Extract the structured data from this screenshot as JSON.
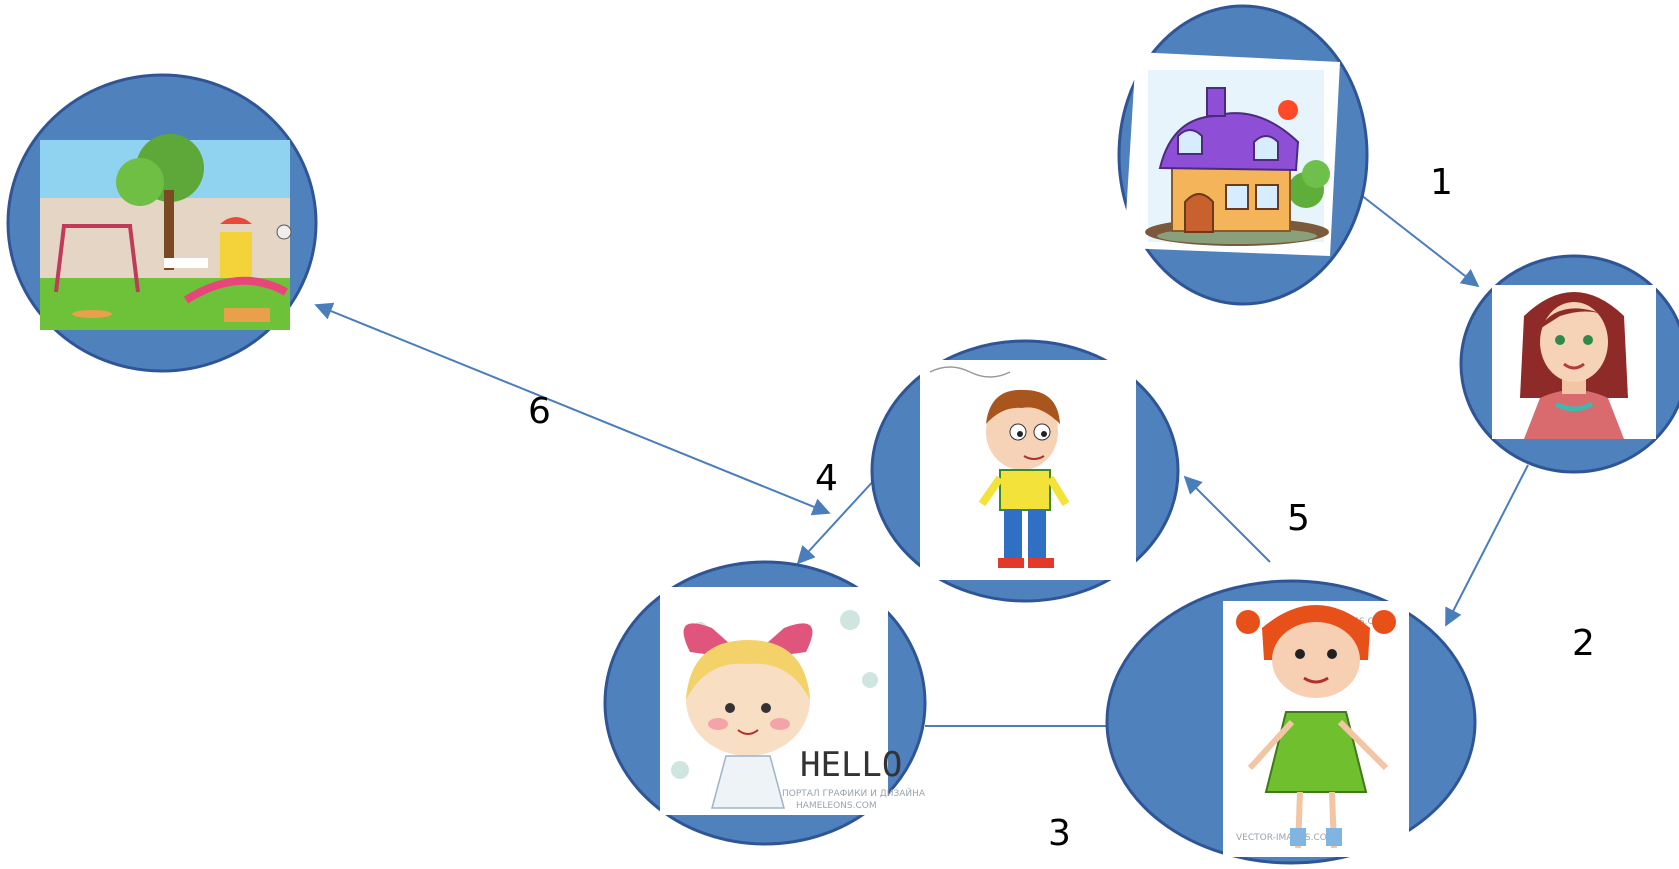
{
  "diagram": {
    "nodes": [
      {
        "id": "house",
        "icon": "house-icon"
      },
      {
        "id": "mother",
        "icon": "mother-icon"
      },
      {
        "id": "girl-redhead",
        "icon": "girl-redhead-icon"
      },
      {
        "id": "girl-blonde",
        "icon": "girl-blonde-icon"
      },
      {
        "id": "boy",
        "icon": "boy-icon"
      },
      {
        "id": "playground",
        "icon": "playground-icon"
      }
    ],
    "edges": [
      {
        "from": "house",
        "to": "mother",
        "label": "1"
      },
      {
        "from": "mother",
        "to": "girl-redhead",
        "label": "2"
      },
      {
        "from": "girl-blonde",
        "to": "girl-redhead",
        "label": "3"
      },
      {
        "from": "boy",
        "to": "girl-blonde",
        "label": "4"
      },
      {
        "from": "girl-redhead",
        "to": "boy",
        "label": "5"
      },
      {
        "from": "playground",
        "to": "boy",
        "label": "6",
        "bidirectional": true
      }
    ]
  },
  "image_text": {
    "hello": "HELLO",
    "site": "HAMELEONS.COM",
    "site_sub": "ПОРТАЛ ГРАФИКИ И ДИЗАЙНА",
    "vector_wm": "VECTOR-IMAGES.COM"
  },
  "colors": {
    "node_fill": "#4f81bd",
    "edge": "#4a7ebb"
  }
}
